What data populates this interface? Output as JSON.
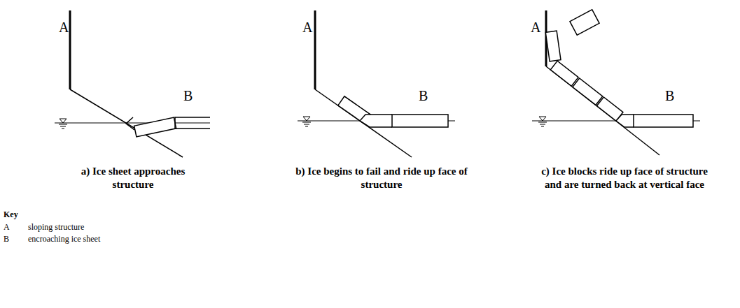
{
  "diagram": {
    "labels": [
      "A",
      "B",
      "A",
      "B",
      "A",
      "B",
      "a) Ice sheet approaches structure",
      "b) Ice begins to fail and ride up face of structure",
      "c) Ice blocks ride up face of structure and are turned back at vertical face",
      "Key",
      "A",
      "sloping structure",
      "B",
      "encroaching ice sheet"
    ]
  }
}
